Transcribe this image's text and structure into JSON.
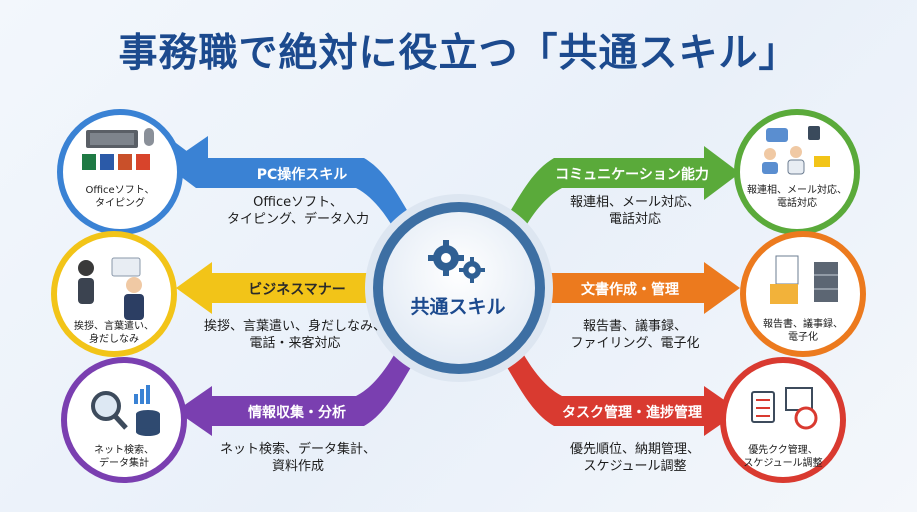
{
  "title": "事務職で絶対に役立つ「共通スキル」",
  "center": {
    "label": "共通スキル",
    "icon": "gears-icon"
  },
  "skills": [
    {
      "name": "PC操作スキル",
      "description": [
        "Officeソフト、",
        "タイピング、データ入力"
      ],
      "circle": [
        "Officeソフト、",
        "タイピング"
      ],
      "color": "#3a82d4",
      "icon": "keyboard-office-icon"
    },
    {
      "name": "ビジネスマナー",
      "description": [
        "挨拶、言葉遣い、身だしなみ、",
        "電話・来客対応"
      ],
      "circle": [
        "挨拶、言葉遣い、",
        "身だしなみ"
      ],
      "color": "#f2c418",
      "icon": "bowing-people-icon"
    },
    {
      "name": "情報収集・分析",
      "description": [
        "ネット検索、データ集計、",
        "資料作成"
      ],
      "circle": [
        "ネット検索、",
        "データ集計"
      ],
      "color": "#7a3fb0",
      "icon": "search-database-icon"
    },
    {
      "name": "コミュニケーション能力",
      "description": [
        "報連相、メール対応、",
        "電話対応"
      ],
      "circle": [
        "報連相、メール対応、",
        "電話対応"
      ],
      "color": "#5aaa3a",
      "icon": "chat-people-icon"
    },
    {
      "name": "文書作成・管理",
      "description": [
        "報告書、議事録、",
        "ファイリング、電子化"
      ],
      "circle": [
        "報告書、議事録、",
        "電子化"
      ],
      "color": "#ec7a1e",
      "icon": "documents-cabinet-icon"
    },
    {
      "name": "タスク管理・進捗管理",
      "description": [
        "優先順位、納期管理、",
        "スケジュール調整"
      ],
      "circle": [
        "優先クク管理、",
        "スケジュール調整"
      ],
      "color": "#d93a30",
      "icon": "checklist-calendar-icon"
    }
  ]
}
